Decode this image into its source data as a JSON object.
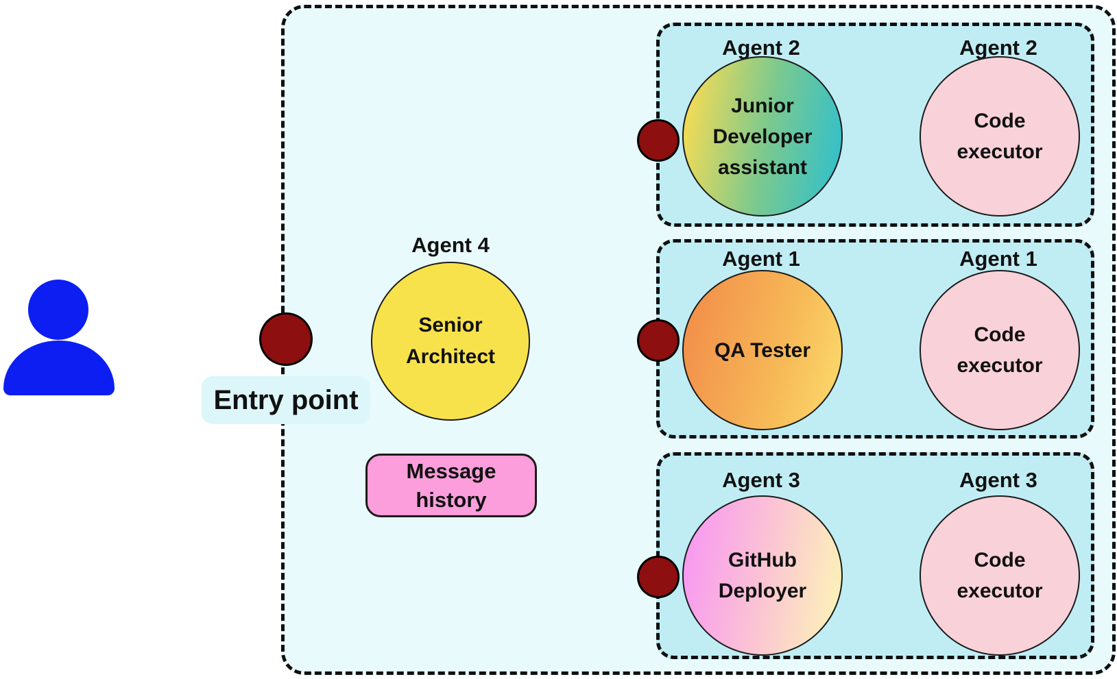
{
  "colors": {
    "user_blue": "#0c1ef2",
    "container_bg": "#e9fafd",
    "group_bg": "#c0edf4",
    "entry_label_bg": "#dcf6fa",
    "dot_red": "#8d0f10",
    "senior_yellow": "#f8e24b",
    "executor_pink": "#f9d1d9",
    "message_pink": "#fb9edb",
    "junior_gradient": "linear-gradient(100deg, #eeda58 8%, #7cc98e 52%, #35c0c8 94%)",
    "qa_gradient": "linear-gradient(105deg, #f2914b 10%, #f7bc58 65%, #fbd96b 95%)",
    "github_gradient": "linear-gradient(100deg, #f899f1 6%, #fbc3d4 50%, #fcf2b8 95%)"
  },
  "user": {
    "icon": "person-icon"
  },
  "entry_point": {
    "label": "Entry point"
  },
  "orchestrator": {
    "agent_label": "Agent 4",
    "name": "Senior Architect"
  },
  "message_history": {
    "label": "Message history"
  },
  "groups": [
    {
      "assistant": {
        "agent_label": "Agent 2",
        "name": "Junior Developer assistant"
      },
      "executor": {
        "agent_label": "Agent 2",
        "name": "Code executor"
      }
    },
    {
      "assistant": {
        "agent_label": "Agent 1",
        "name": "QA Tester"
      },
      "executor": {
        "agent_label": "Agent 1",
        "name": "Code executor"
      }
    },
    {
      "assistant": {
        "agent_label": "Agent 3",
        "name": "GitHub Deployer"
      },
      "executor": {
        "agent_label": "Agent 3",
        "name": "Code executor"
      }
    }
  ]
}
